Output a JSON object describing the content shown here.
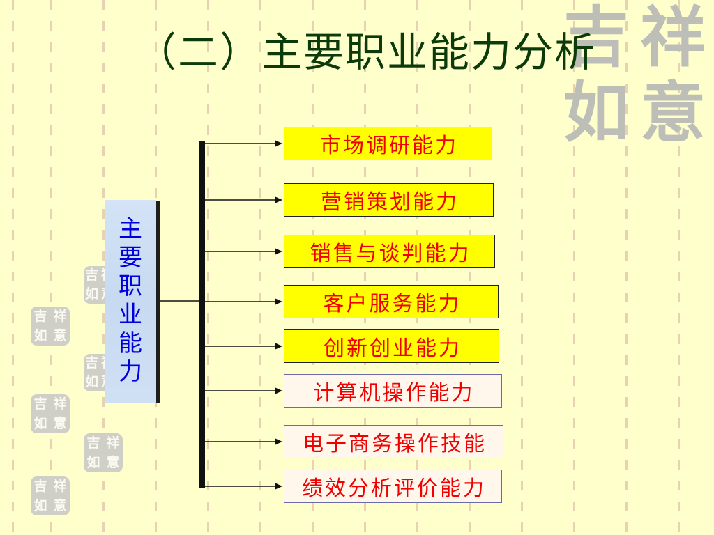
{
  "slide": {
    "title": "（二）主要职业能力分析"
  },
  "diagram": {
    "root": "主要职业能力",
    "branches": [
      {
        "label": "市场调研能力",
        "fill": "#FFFF00",
        "border": "#222222"
      },
      {
        "label": "营销策划能力",
        "fill": "#FFFF00",
        "border": "#222222"
      },
      {
        "label": "销售与谈判能力",
        "fill": "#FFFF00",
        "border": "#222222"
      },
      {
        "label": "客户服务能力",
        "fill": "#FFFF00",
        "border": "#222222"
      },
      {
        "label": "创新创业能力",
        "fill": "#FFFF00",
        "border": "#222222"
      },
      {
        "label": "计算机操作能力",
        "fill": "#FFF6EC",
        "border": "#6A6AA8"
      },
      {
        "label": "电子商务操作技能",
        "fill": "#FFF6EC",
        "border": "#6A6AA8"
      },
      {
        "label": "绩效分析评价能力",
        "fill": "#FFF6EC",
        "border": "#6A6AA8"
      }
    ]
  },
  "watermark": {
    "chars": [
      "吉",
      "祥",
      "如",
      "意"
    ]
  },
  "colors": {
    "background": "#FFFFCC",
    "title": "#0B3B0B",
    "root_text": "#0000DD",
    "root_fill": "#CCDDF2",
    "branch_text": "#F00000",
    "connector": "#111111",
    "watermark": "#BEBEB8"
  }
}
